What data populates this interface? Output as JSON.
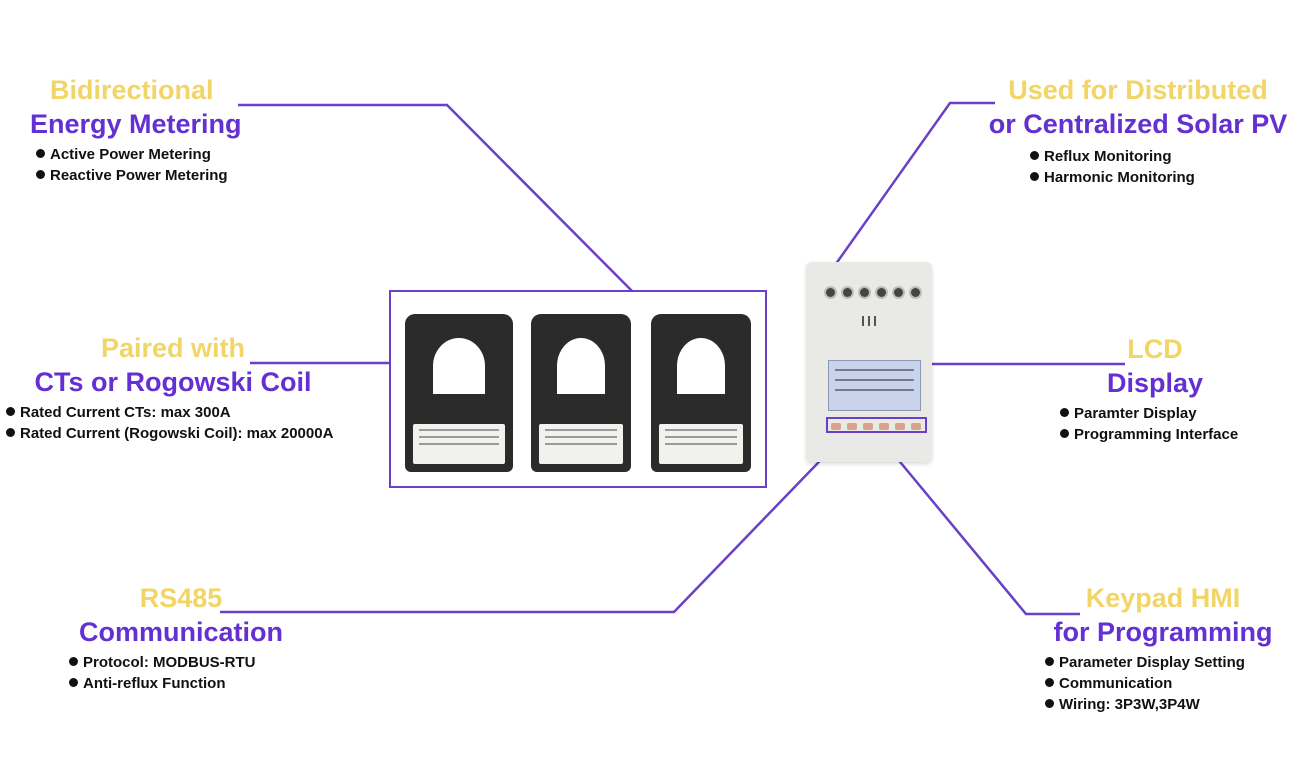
{
  "colors": {
    "line": "#6a40c8",
    "title_yellow": "#f2d567",
    "title_purple": "#6430d2"
  },
  "features": {
    "bidirectional": {
      "title1": "Bidirectional",
      "title2": "Energy Metering",
      "bullets": [
        "Active Power Metering",
        "Reactive Power Metering"
      ]
    },
    "solar": {
      "title1": "Used for Distributed",
      "title2": "or Centralized Solar PV",
      "bullets": [
        "Reflux Monitoring",
        "Harmonic Monitoring"
      ]
    },
    "cts": {
      "title1": "Paired with",
      "title2": "CTs or Rogowski Coil",
      "bullets": [
        "Rated Current CTs: max 300A",
        "Rated Current (Rogowski Coil): max 20000A"
      ]
    },
    "lcd": {
      "title1": "LCD",
      "title2": "Display",
      "bullets": [
        "Paramter Display",
        "Programming Interface"
      ]
    },
    "rs485": {
      "title1": "RS485",
      "title2": "Communication",
      "bullets": [
        "Protocol: MODBUS-RTU",
        "Anti-reflux Function"
      ]
    },
    "keypad": {
      "title1": "Keypad HMI",
      "title2": "for Programming",
      "bullets": [
        "Parameter Display Setting",
        "Communication",
        "Wiring: 3P3W,3P4W"
      ]
    }
  }
}
